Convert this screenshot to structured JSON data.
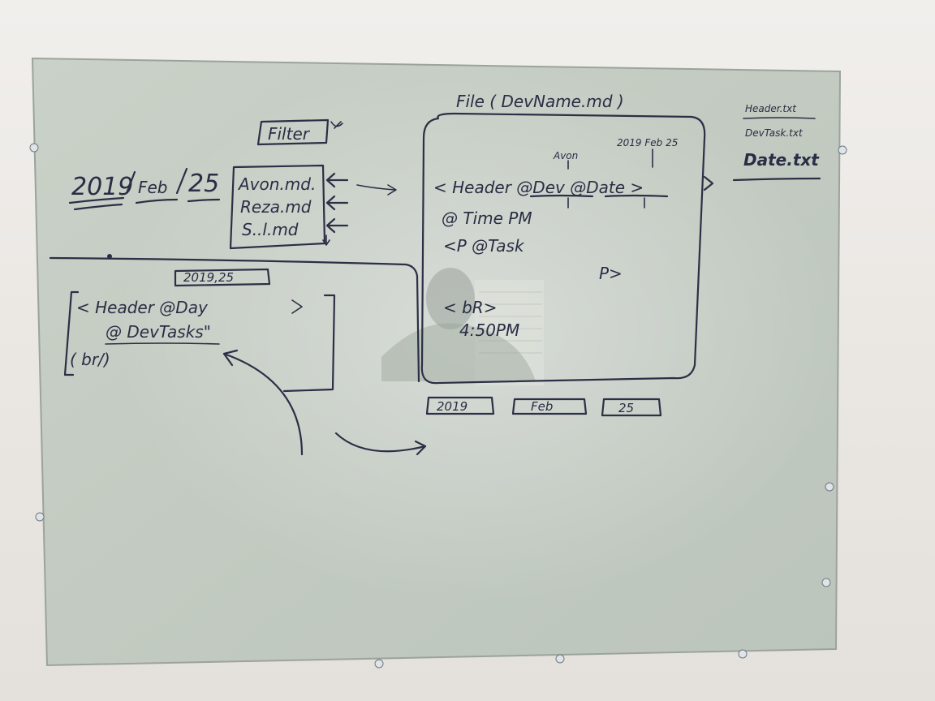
{
  "whiteboard": {
    "filter_label": "Filter",
    "date_header": {
      "year": "2019",
      "month": "Feb",
      "day": "25"
    },
    "file_list": [
      "Avon.md.",
      "Reza.md",
      "S..l.md"
    ],
    "template_box": {
      "tag": "2019,25",
      "line1": "< Header @Day",
      "line2": "@ DevTasks\"",
      "line3": "( br/)"
    },
    "file_box": {
      "title": "File ( DevName.md )",
      "note_name": "Avon",
      "note_date": "2019 Feb 25",
      "line_header": "< Header @Dev @Date >",
      "line_time": "@ Time PM",
      "line_task": "<P @Task",
      "line_p_close": "P>",
      "line_br": "< bR>",
      "line_clock": "4:50PM"
    },
    "date_tags": [
      "2019",
      "Feb",
      "25"
    ],
    "outputs": [
      "Header.txt",
      "DevTask.txt",
      "Date.txt"
    ]
  },
  "colors": {
    "ink": "#2c2f45",
    "board": "#c3cbc2",
    "wall": "#ece9e5"
  }
}
